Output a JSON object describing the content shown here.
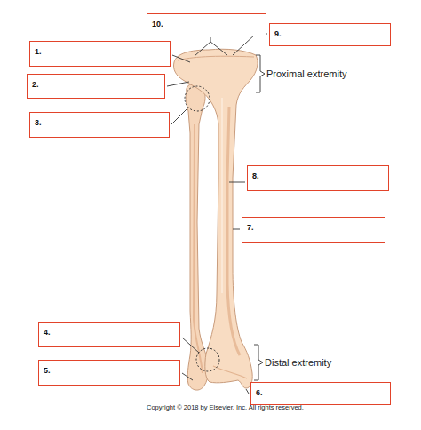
{
  "diagram": {
    "nodes": [
      {
        "text": [
          "10."
        ]
      },
      {
        "text": [
          "9."
        ]
      },
      {
        "text": [
          "1."
        ]
      },
      {
        "text": [
          "2."
        ]
      },
      {
        "text": [
          "3."
        ]
      },
      {
        "text": [
          "8."
        ]
      },
      {
        "text": [
          "7."
        ]
      },
      {
        "text": [
          "4."
        ]
      },
      {
        "text": [
          "5."
        ]
      },
      {
        "text": [
          "6."
        ]
      }
    ],
    "labels": [
      "Proximal extremity",
      "Distal extremity",
      "Copyright © 2018 by Elsevier, Inc. All rights reserved."
    ]
  }
}
